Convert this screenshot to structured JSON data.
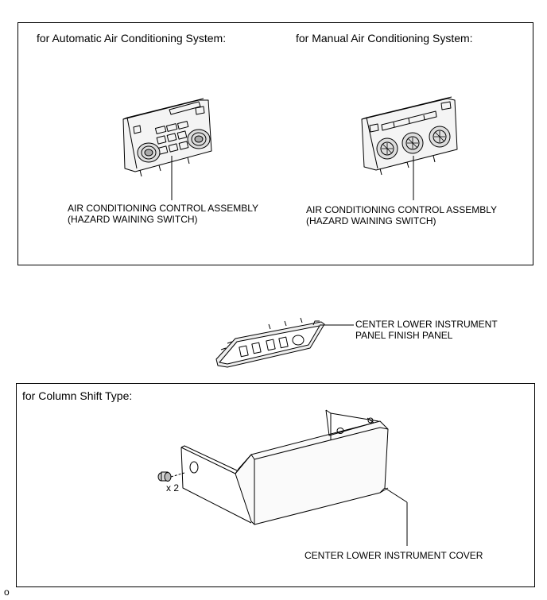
{
  "top_box": {
    "auto_header": "for Automatic Air Conditioning System:",
    "manual_header": "for Manual Air Conditioning System:",
    "auto_label_line1": "AIR CONDITIONING CONTROL ASSEMBLY",
    "auto_label_line2": "(HAZARD WAINING SWITCH)",
    "manual_label_line1": "AIR CONDITIONING CONTROL ASSEMBLY",
    "manual_label_line2": "(HAZARD WAINING SWITCH)"
  },
  "middle": {
    "finish_panel_line1": "CENTER LOWER INSTRUMENT",
    "finish_panel_line2": "PANEL FINISH PANEL"
  },
  "bottom_box": {
    "header": "for Column Shift Type:",
    "quantity": "x 2",
    "cover_label": "CENTER LOWER INSTRUMENT COVER"
  },
  "figure_id": "o"
}
